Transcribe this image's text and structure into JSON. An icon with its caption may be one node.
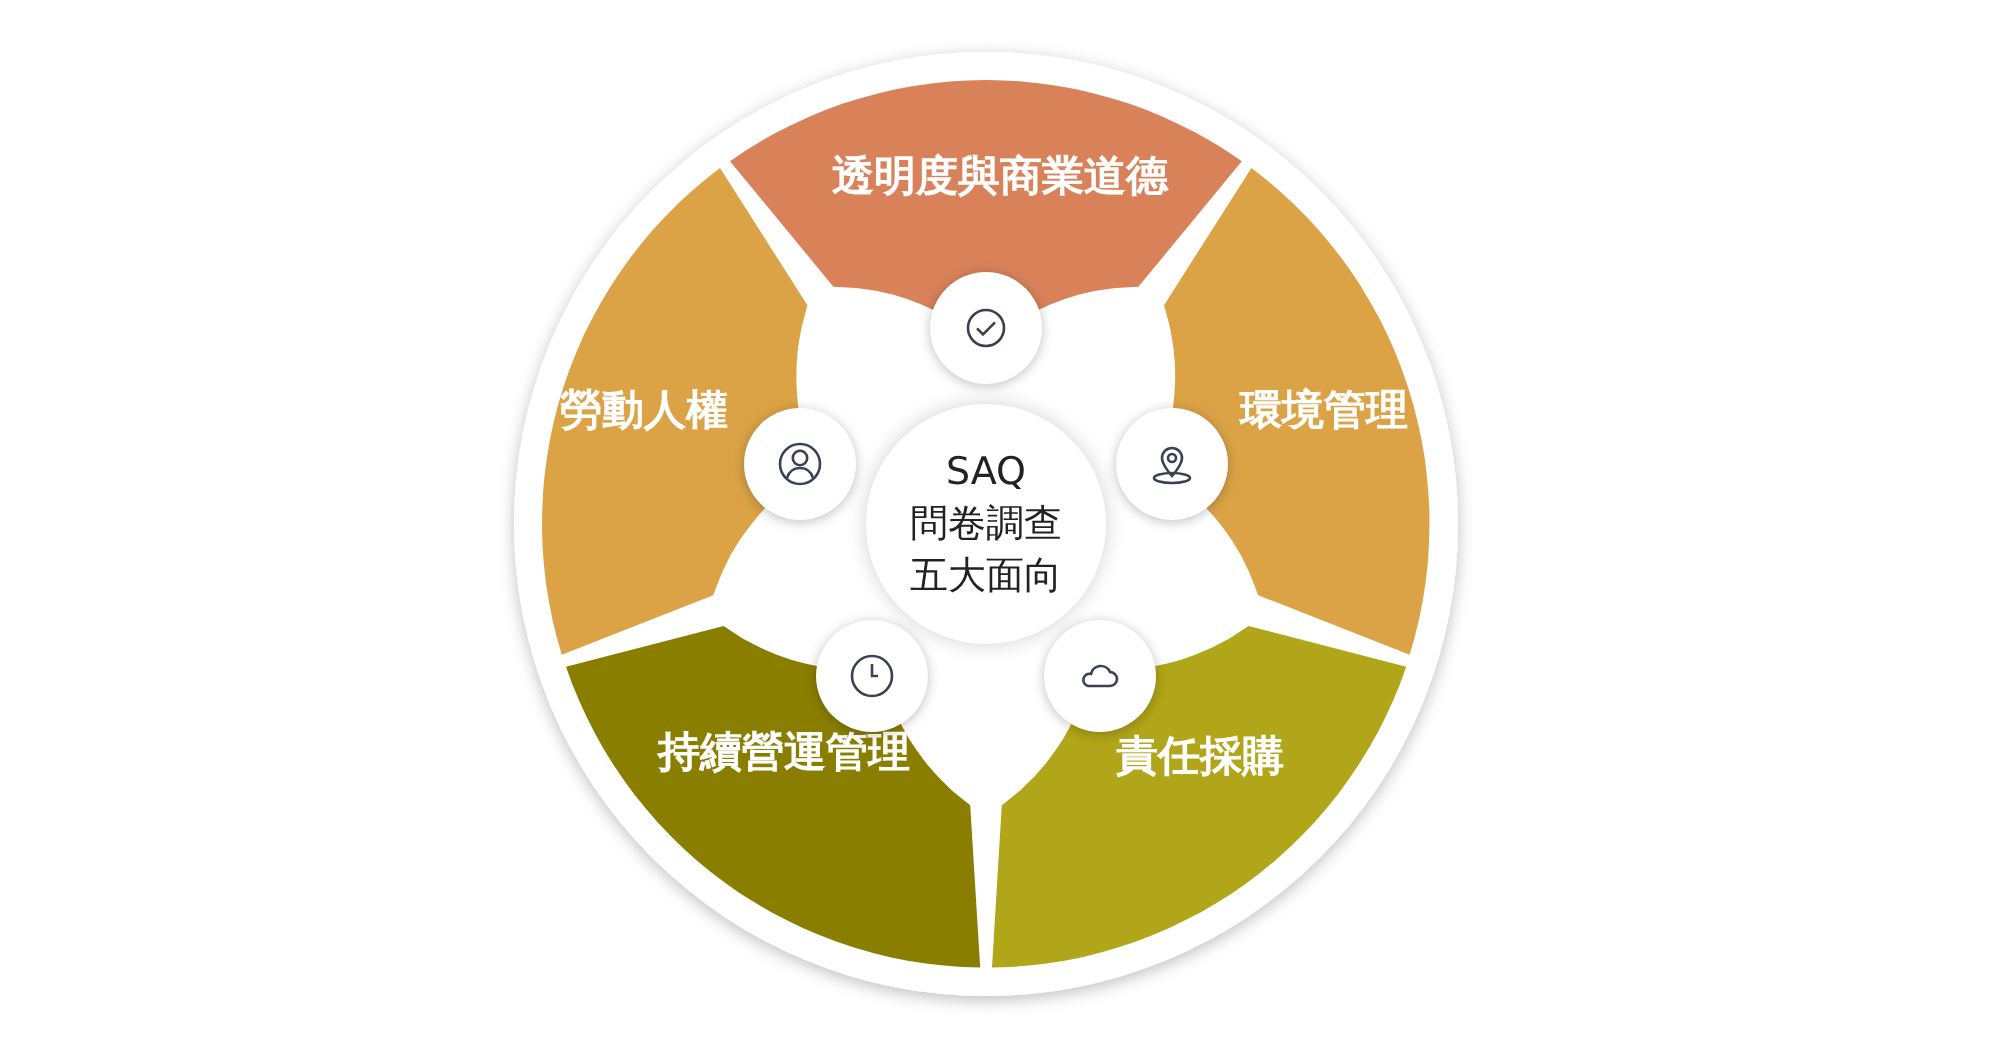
{
  "diagram": {
    "nodes": [
      {
        "text": [
          "SAQ 問卷調查五大面向"
        ]
      },
      {
        "text": [
          "透明度與商業道德"
        ]
      },
      {
        "text": [
          "環境管理"
        ]
      },
      {
        "text": [
          "責任採購"
        ]
      },
      {
        "text": [
          "持續營運管理"
        ]
      },
      {
        "text": [
          "勞動人權"
        ]
      }
    ]
  }
}
